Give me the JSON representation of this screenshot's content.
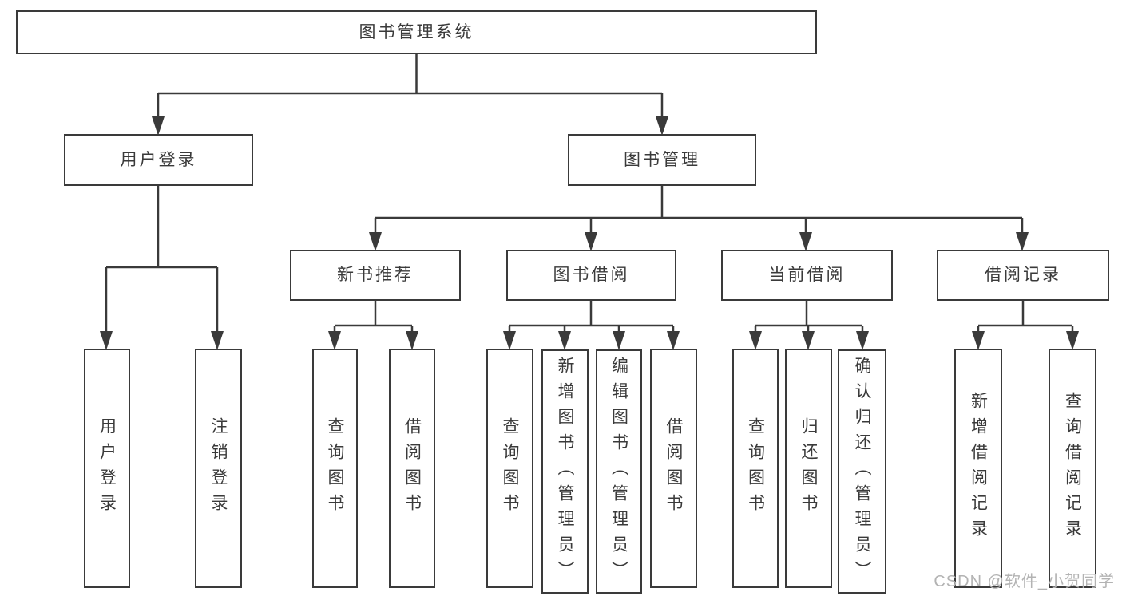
{
  "tree": {
    "label": "图书管理系统",
    "children": [
      {
        "label": "用户登录",
        "children": [
          {
            "label": "用户登录"
          },
          {
            "label": "注销登录"
          }
        ]
      },
      {
        "label": "图书管理",
        "children": [
          {
            "label": "新书推荐",
            "children": [
              {
                "label": "查询图书"
              },
              {
                "label": "借阅图书"
              }
            ]
          },
          {
            "label": "图书借阅",
            "children": [
              {
                "label": "查询图书"
              },
              {
                "label": "新增图书（管理员）"
              },
              {
                "label": "编辑图书（管理员）"
              },
              {
                "label": "借阅图书"
              }
            ]
          },
          {
            "label": "当前借阅",
            "children": [
              {
                "label": "查询图书"
              },
              {
                "label": "归还图书"
              },
              {
                "label": "确认归还（管理员）"
              }
            ]
          },
          {
            "label": "借阅记录",
            "children": [
              {
                "label": "新增借阅记录"
              },
              {
                "label": "查询借阅记录"
              }
            ]
          }
        ]
      }
    ]
  },
  "watermark": {
    "text": "CSDN @软件_小贺同学"
  },
  "colors": {
    "line": "#3a3a3a",
    "box_border": "#3a3a3a",
    "text": "#3a3a3a",
    "background": "#ffffff",
    "watermark": "#b3b3b3"
  }
}
